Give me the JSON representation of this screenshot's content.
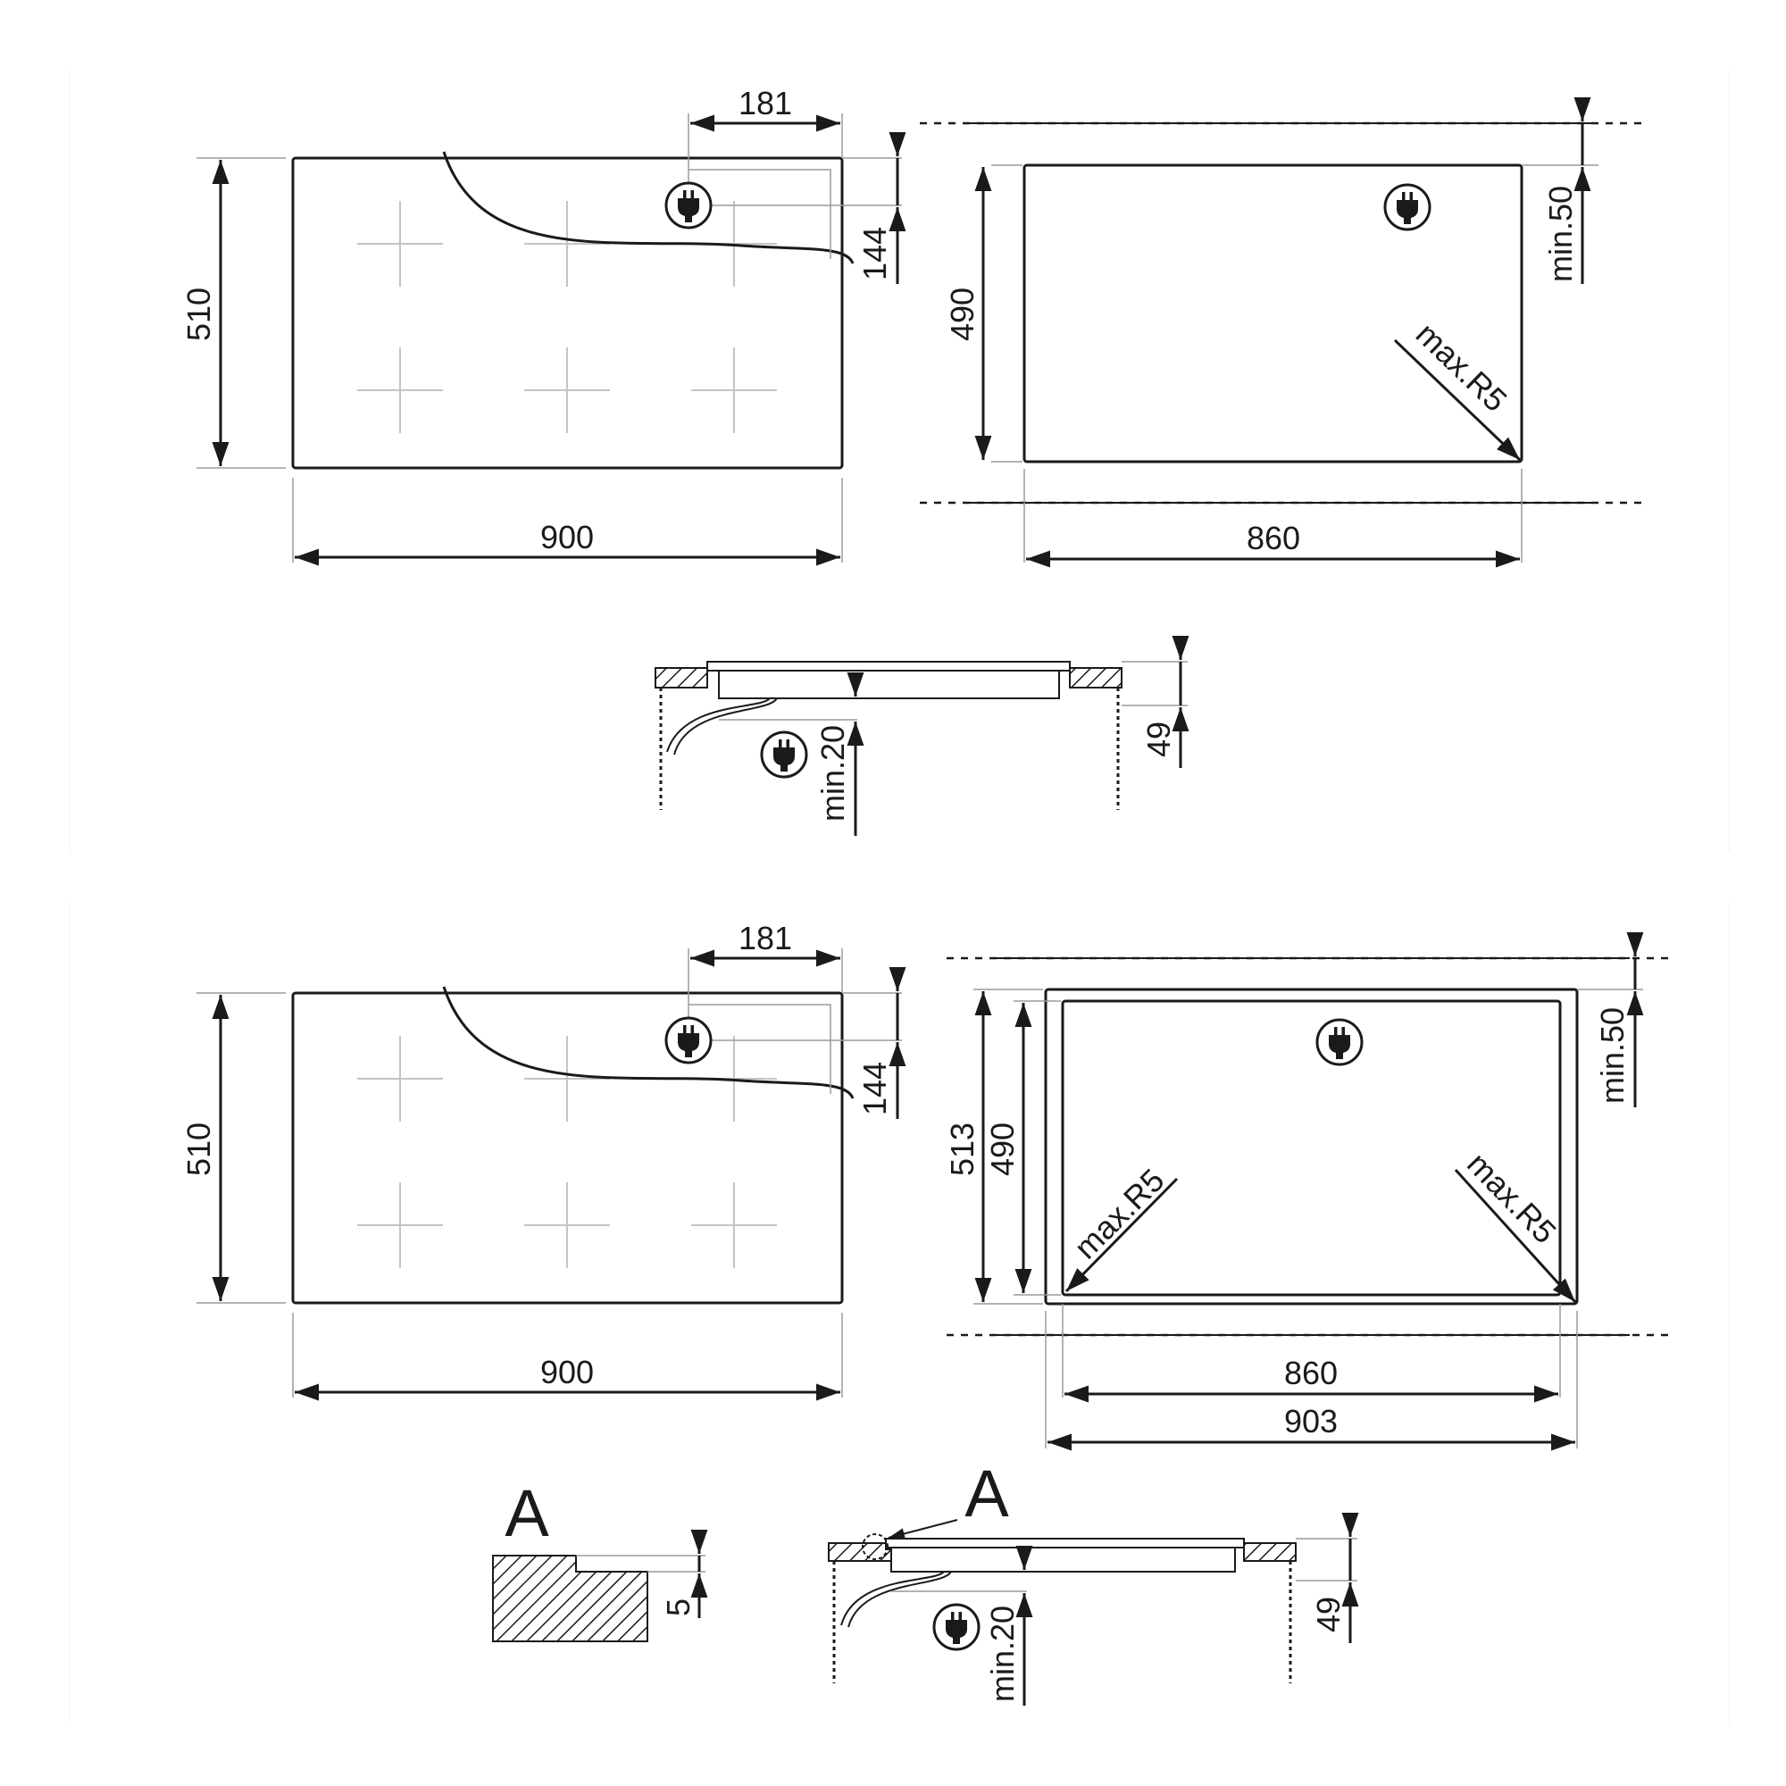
{
  "top_panel": {
    "hob": {
      "width": "900",
      "height": "510",
      "plug_offset_x": "181",
      "plug_offset_y": "144"
    },
    "cutout": {
      "width": "860",
      "height": "490",
      "min_clearance": "min.50",
      "corner_radius": "max.R5"
    },
    "section": {
      "thickness": "49",
      "min_below": "min.20"
    }
  },
  "bottom_panel": {
    "hob": {
      "width": "900",
      "height": "510",
      "plug_offset_x": "181",
      "plug_offset_y": "144"
    },
    "cutout": {
      "inner_width": "860",
      "outer_width": "903",
      "inner_height": "490",
      "outer_height": "513",
      "min_clearance": "min.50",
      "corner_radius_left": "max.R5",
      "corner_radius_right": "max.R5"
    },
    "detail": {
      "label": "A",
      "rebate_depth": "5"
    },
    "section": {
      "detail_ref": "A",
      "thickness": "49",
      "min_below": "min.20"
    }
  },
  "icons": [
    "plug-icon"
  ]
}
